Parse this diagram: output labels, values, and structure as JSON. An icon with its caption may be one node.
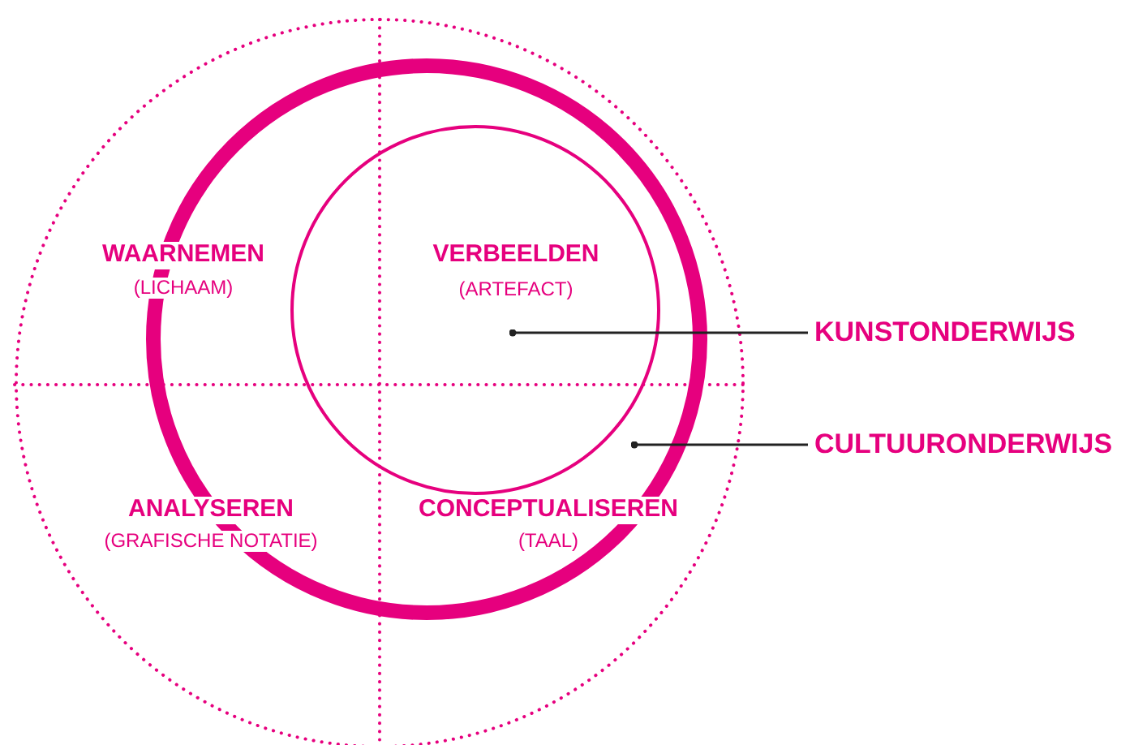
{
  "diagram": {
    "nodes": [
      {
        "text": [],
        "shape": "circle"
      },
      {
        "text": [],
        "shape": "circle",
        "in": 0
      },
      {
        "text": [
          "KUNSTONDERWIJS"
        ]
      },
      {
        "text": [
          "CULTUURONDERWIJS"
        ]
      }
    ],
    "edges": [
      {
        "from": 2,
        "to": 1,
        "arrow": "other"
      },
      {
        "from": 3,
        "to": 0,
        "arrow": "other"
      }
    ],
    "labels": [
      "WAARNEMEN",
      "(LICHAAM)",
      "VERBEELDEN",
      "(ARTEFACT)",
      "ANALYSEREN",
      "(GRAFISCHE NOTATIE)",
      "CONCEPTUALISEREN",
      "(TAAL)"
    ]
  }
}
